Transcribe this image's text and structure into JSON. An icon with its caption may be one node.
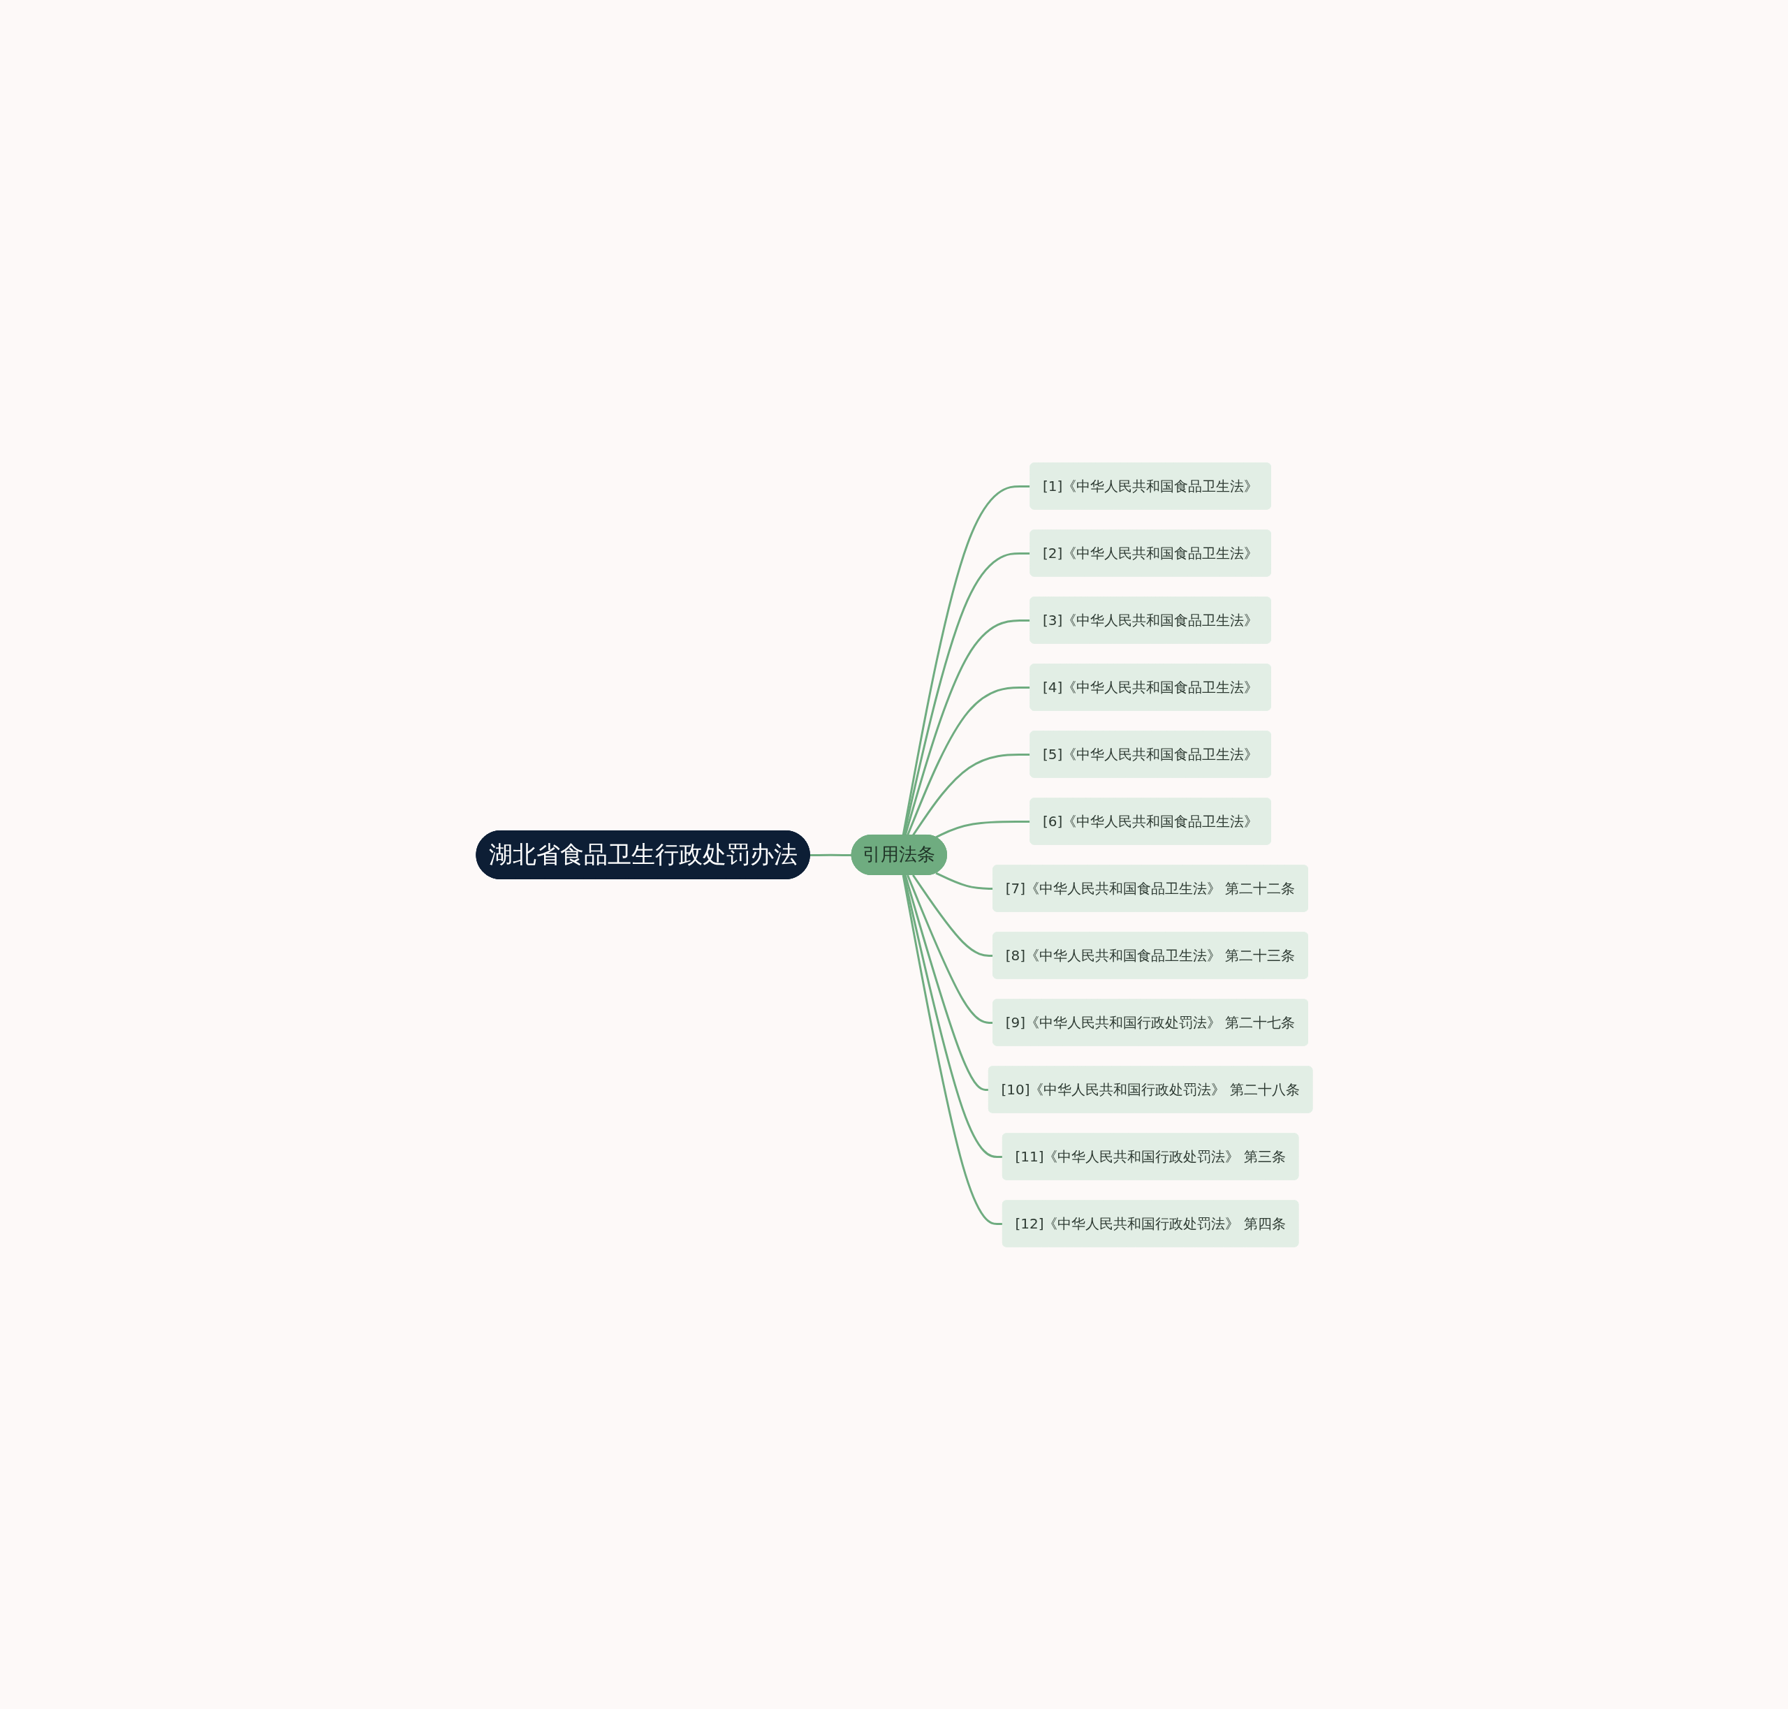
{
  "diagram": {
    "nodes": [
      {
        "text": [
          "湖北省食品卫生行政处罚办法"
        ]
      },
      {
        "text": [
          "引用法条"
        ]
      },
      {
        "text": [
          "[1]《中华人民共和国食品卫生法》"
        ]
      },
      {
        "text": [
          "[2]《中华人民共和国食品卫生法》"
        ]
      },
      {
        "text": [
          "[3]《中华人民共和国食品卫生法》"
        ]
      },
      {
        "text": [
          "[4]《中华人民共和国食品卫生法》"
        ]
      },
      {
        "text": [
          "[5]《中华人民共和国食品卫生法》"
        ]
      },
      {
        "text": [
          "[6]《中华人民共和国食品卫生法》"
        ]
      },
      {
        "text": [
          "[7]《中华人民共和国食品卫生法》 第二十二条"
        ]
      },
      {
        "text": [
          "[8]《中华人民共和国食品卫生法》 第二十三条"
        ]
      },
      {
        "text": [
          "[9]《中华人民共和国行政处罚法》 第二十七条"
        ]
      },
      {
        "text": [
          "[10]《中华人民共和国行政处罚法》 第二十八条"
        ]
      },
      {
        "text": [
          "[11]《中华人民共和国行政处罚法》 第三条"
        ]
      },
      {
        "text": [
          "[12]《中华人民共和国行政处罚法》 第四条"
        ]
      }
    ],
    "edges": [
      {
        "from": 0,
        "to": 1,
        "arrow": "none"
      },
      {
        "from": 1,
        "to": 2,
        "arrow": "none"
      },
      {
        "from": 1,
        "to": 3,
        "arrow": "none"
      },
      {
        "from": 1,
        "to": 4,
        "arrow": "none"
      },
      {
        "from": 1,
        "to": 5,
        "arrow": "none"
      },
      {
        "from": 1,
        "to": 6,
        "arrow": "none"
      },
      {
        "from": 1,
        "to": 7,
        "arrow": "none"
      },
      {
        "from": 1,
        "to": 8,
        "arrow": "none"
      },
      {
        "from": 1,
        "to": 9,
        "arrow": "none"
      },
      {
        "from": 1,
        "to": 10,
        "arrow": "none"
      },
      {
        "from": 1,
        "to": 11,
        "arrow": "none"
      },
      {
        "from": 1,
        "to": 12,
        "arrow": "none"
      },
      {
        "from": 1,
        "to": 13,
        "arrow": "none"
      }
    ]
  }
}
